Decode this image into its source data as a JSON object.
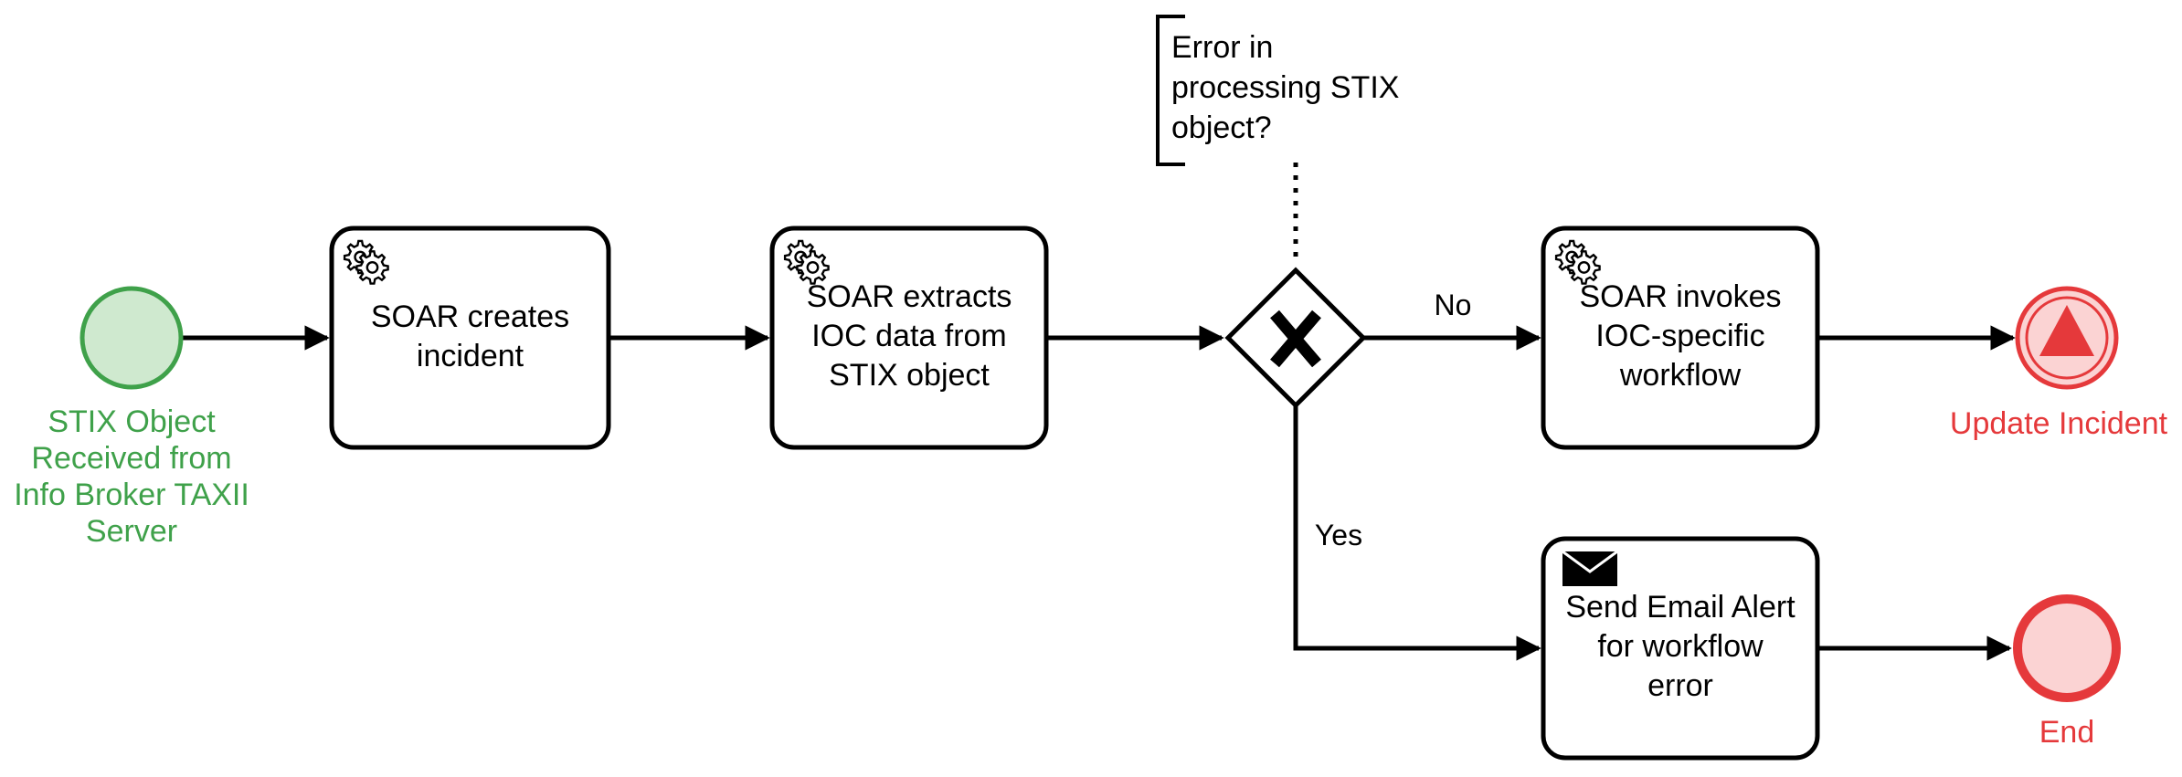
{
  "nodes": {
    "start": {
      "label": [
        "STIX Object",
        "Received from",
        "Info Broker TAXII",
        "Server"
      ]
    },
    "task_create": {
      "label": [
        "SOAR creates",
        "incident"
      ]
    },
    "task_extract": {
      "label": [
        "SOAR extracts",
        "IOC data from",
        "STIX object"
      ]
    },
    "gateway": {
      "annotation": [
        "Error in",
        "processing STIX",
        "object?"
      ]
    },
    "task_invoke": {
      "label": [
        "SOAR invokes",
        "IOC-specific",
        "workflow"
      ]
    },
    "task_email": {
      "label": [
        "Send Email Alert",
        "for workflow",
        "error"
      ]
    },
    "end_update": {
      "label": [
        "Update Incident"
      ]
    },
    "end_plain": {
      "label": [
        "End"
      ]
    }
  },
  "edges": {
    "no_label": "No",
    "yes_label": "Yes"
  },
  "colors": {
    "start_stroke": "#3fa14a",
    "start_fill": "#cfe9cf",
    "end_stroke": "#e5393b",
    "end_fill": "#fbd3d3",
    "escalation_fill": "#e5393b",
    "line": "#000000"
  },
  "icons": {
    "service_task": "gears-icon",
    "send_task": "envelope-icon",
    "escalation_event": "triangle-escalation-icon"
  }
}
